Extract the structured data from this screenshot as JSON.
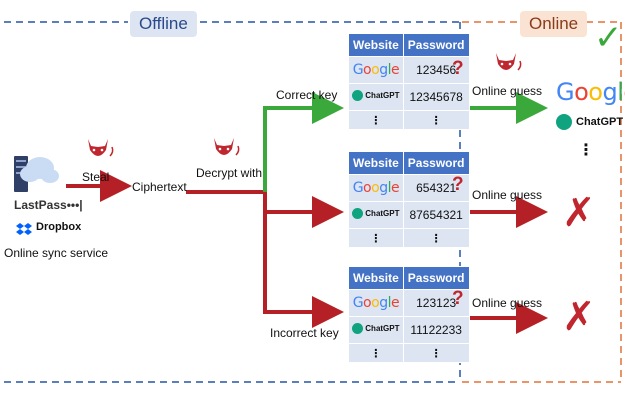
{
  "zones": {
    "offline_label": "Offline",
    "online_label": "Online"
  },
  "source": {
    "lastpass": "LastPass•••|",
    "dropbox": "Dropbox",
    "caption": "Online sync service"
  },
  "steps": {
    "steal": "Steal",
    "ciphertext": "Ciphertext",
    "decrypt_with": "Decrypt with",
    "correct_key": "Correct key",
    "incorrect_key": "Incorrect key"
  },
  "table_headers": {
    "website": "Website",
    "password": "Password"
  },
  "tables": [
    {
      "rows": [
        {
          "site": "Google",
          "password": "123456"
        },
        {
          "site": "ChatGPT",
          "password": "12345678"
        }
      ],
      "dots": "⋮"
    },
    {
      "rows": [
        {
          "site": "Google",
          "password": "654321"
        },
        {
          "site": "ChatGPT",
          "password": "87654321"
        }
      ],
      "dots": "⋮"
    },
    {
      "rows": [
        {
          "site": "Google",
          "password": "123123"
        },
        {
          "site": "ChatGPT",
          "password": "11122233"
        }
      ],
      "dots": "⋮"
    }
  ],
  "online": {
    "guess_label": "Online guess",
    "result_google": "Google",
    "result_chatgpt": "ChatGPT",
    "result_dots": "⋮",
    "check": "✓",
    "cross": "✗",
    "question": "?"
  },
  "colors": {
    "offline_border": "#5b7fbd",
    "online_border": "#e8956a",
    "offline_label_bg": "#dde5f2",
    "online_label_bg": "#fbe3d4",
    "arrow_red": "#b42025",
    "arrow_green": "#3aa83a",
    "table_header": "#4472c4",
    "table_body": "#dde5f2"
  },
  "icons": [
    "attacker-devil-icon",
    "server-icon",
    "cloud-icon",
    "dropbox-icon",
    "google-logo",
    "chatgpt-logo",
    "checkmark-icon",
    "cross-icon"
  ]
}
